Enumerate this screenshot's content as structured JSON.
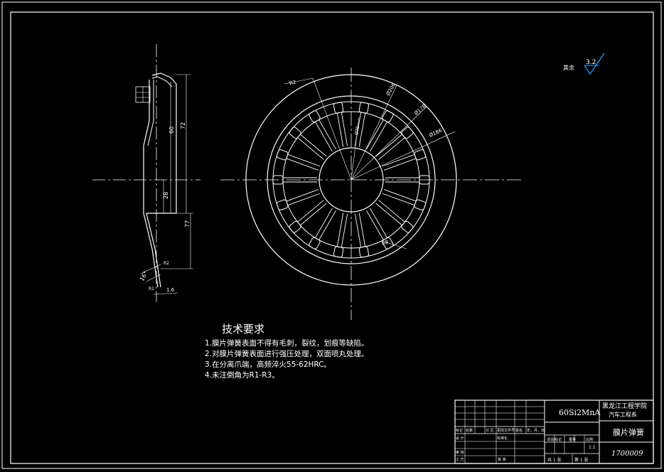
{
  "roughness": {
    "label": "其余",
    "value": "3.2"
  },
  "side_view": {
    "dims": {
      "d1": "60",
      "d2": "72",
      "d3": "28",
      "d4": "77",
      "d5": "1.6"
    },
    "angle_label": "16°",
    "callout_a": "R2",
    "callout_b": "R1"
  },
  "front_view": {
    "dims": {
      "phi1": "Ø178",
      "phi2": "Ø206",
      "phi3": "Ø186",
      "phi4": "Ø70",
      "r1": "R2",
      "r2": "R8"
    }
  },
  "tech_requirements": {
    "title": "技术要求",
    "items": [
      "1.膜片弹簧表面不得有毛刺，裂纹，划痕等缺陷。",
      "2.对膜片弹簧表面进行强压处理，双面喷丸处理。",
      "3.在分离爪端，高频淬火55-62HRC。",
      "4.未注倒角为R1-R3。"
    ]
  },
  "title_block": {
    "material": "60Si2MnA",
    "school": "黑龙江工程学院",
    "dept": "汽车工程系",
    "part_name": "膜片弹簧",
    "drawing_no": "1700009",
    "scale": "1:1",
    "sheet_total": "共 1 张",
    "sheet_no": "第 1 张",
    "headers": [
      "标记",
      "处数",
      "分 区",
      "更改文件号",
      "签名",
      "年、月、日"
    ],
    "labels": {
      "design": "设 计",
      "standard": "标准化",
      "stage": "阶段标记",
      "weight": "重量",
      "scale_lbl": "比例",
      "review": "审 核",
      "craft": "工 艺",
      "approve": "批 准"
    }
  }
}
